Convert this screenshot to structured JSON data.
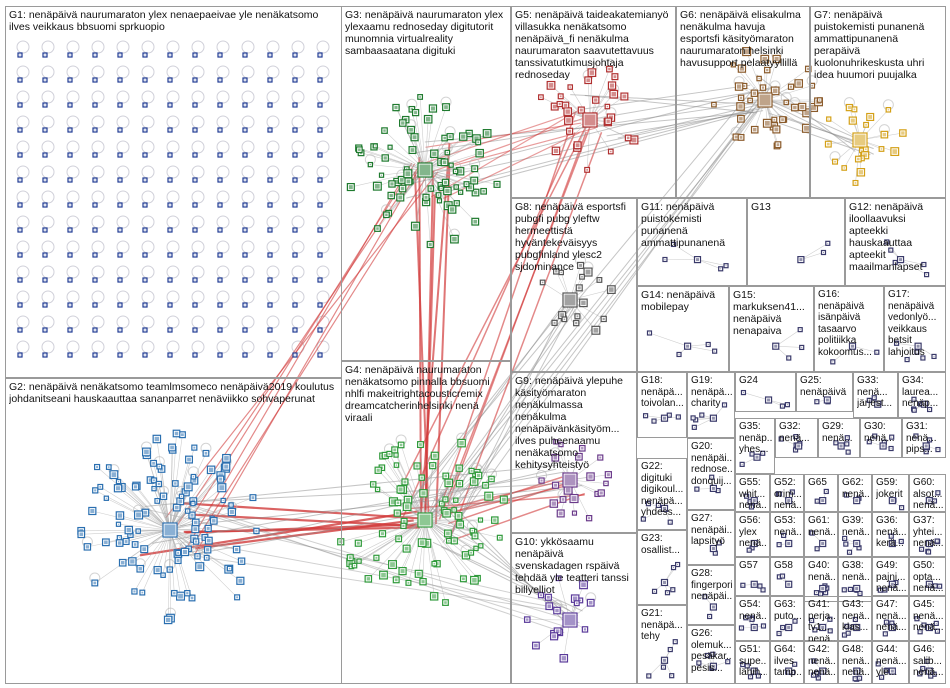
{
  "title": "",
  "groups": [
    {
      "id": "G1",
      "label": "G1: nenäpäivä naurumaraton ylex nenaepaeivae yle nenäkatsomo ilves veikkaus bbsuomi sprkuopio"
    },
    {
      "id": "G2",
      "label": "G2: nenäpäivä nenäkatsomo teamlmsomeco nenäpäivä2019 koulutus johdanitseani hauskaauttaa sananparret nenäviikko sohvaperunat"
    },
    {
      "id": "G3",
      "label": "G3: nenäpäivä naurumaraton ylex ylexaamu rednoseday digitutorit munomnia virtualreality sambaasaatana digituki"
    },
    {
      "id": "G4",
      "label": "G4: nenäpäivä naurumaraton nenäkatsomo pinnalla bbsuomi nhlfi makeitrightacousticremix dreamcatcherinhelsinki nenä viraali"
    },
    {
      "id": "G5",
      "label": "G5: nenäpäivä taideakatemianyö villasukka nenäkatsomo nenäpäivä_fi nenäkulma naurumaraton saavutettavuus tanssivatutkimusjohtaja rednoseday"
    },
    {
      "id": "G6",
      "label": "G6: nenäpäivä elisakulma nenäkulma havuja esportsfi käsityömaraton naurumaraton helsinki havusupport pelaatyyllillä"
    },
    {
      "id": "G7",
      "label": "G7: nenäpäivä puistokemisti punanenä ammattipunanenä perapäivä kuolonuhrikeskusta uhri idea huumori puujalka"
    },
    {
      "id": "G8",
      "label": "G8: nenäpäivä esportsfi pubgfi pubg yleftw hermeettistä hyväntekeväisyys pubgfinland ylesc2 sjdominance"
    },
    {
      "id": "G9",
      "label": "G9: nenäpäivä ylepuhe käsityömaraton nenäkulmassa nenäkulma nenäpäivänkäsityöm... ilves puheenaamu nenäkatsomo kehitysyhteistyö"
    },
    {
      "id": "G10",
      "label": "G10: ykkösaamu nenäpäivä svenskadagen rspäivä tehdää yle teatteri tanssi billyelliot"
    },
    {
      "id": "G11",
      "label": "G11: nenäpäivä puistokemisti punanenä ammattipunanenä"
    },
    {
      "id": "G12",
      "label": "G12: nenäpäivä iloollaavuksi apteekki hauskaauttaa apteekit maailmanlapset"
    },
    {
      "id": "G13",
      "label": "G13"
    },
    {
      "id": "G14",
      "label": "G14: nenäpäivä mobilepay"
    },
    {
      "id": "G15",
      "label": "G15: markuksen41... nenäpäivä nenapaiva"
    },
    {
      "id": "G16",
      "label": "G16: nenäpäivä isänpäivä tasaarvo politiikka kokoomus..."
    },
    {
      "id": "G17",
      "label": "G17: nenäpäivä vedonlyö... veikkaus betsit lahjoitus"
    },
    {
      "id": "G18",
      "label": "G18: nenäpä... toivolan..."
    },
    {
      "id": "G19",
      "label": "G19: nenäpä... charity"
    },
    {
      "id": "G20",
      "label": "G20: nenäpäi... rednose... donquij..."
    },
    {
      "id": "G21",
      "label": "G21: nenäpä... tehy"
    },
    {
      "id": "G22",
      "label": "G22: digituki digikoul... nenäpä... yhdess..."
    },
    {
      "id": "G23",
      "label": "G23: osallist..."
    },
    {
      "id": "G24",
      "label": "G24"
    },
    {
      "id": "G25",
      "label": "G25: nenäpäivä"
    },
    {
      "id": "G26",
      "label": "G26: olemuk... pesäkar... pesis..."
    },
    {
      "id": "G27",
      "label": "G27: nenäpäi... lapsityö"
    },
    {
      "id": "G28",
      "label": "G28: fingerpori nenäpäi..."
    },
    {
      "id": "G29",
      "label": "G29: nenä..."
    },
    {
      "id": "G30",
      "label": "G30: nenä..."
    },
    {
      "id": "G31",
      "label": "G31: nenä... pips..."
    },
    {
      "id": "G32",
      "label": "G32: nenä..."
    },
    {
      "id": "G33",
      "label": "G33: nenä... järjest..."
    },
    {
      "id": "G34",
      "label": "G34: laurea... nenäp..."
    },
    {
      "id": "G35",
      "label": "G35: nenäp... yhes..."
    },
    {
      "id": "G36",
      "label": "G36: nenä... kerä..."
    },
    {
      "id": "G37",
      "label": "G37: yhtei... nenä..."
    },
    {
      "id": "G38",
      "label": "G38: nenä..."
    },
    {
      "id": "G39",
      "label": "G39: nenä..."
    },
    {
      "id": "G40",
      "label": "G40: nenä..."
    },
    {
      "id": "G41",
      "label": "G41: perja... tv1... nenä..."
    },
    {
      "id": "G42",
      "label": "G42: nenä... nenä..."
    },
    {
      "id": "G43",
      "label": "G43: nenä... klas..."
    },
    {
      "id": "G44",
      "label": "G44: nenä... yle..."
    },
    {
      "id": "G45",
      "label": "G45: nenä... nenä..."
    },
    {
      "id": "G46",
      "label": "G46: salib... nenä..."
    },
    {
      "id": "G47",
      "label": "G47: nenä... nenä..."
    },
    {
      "id": "G48",
      "label": "G48: nenä... nenä..."
    },
    {
      "id": "G49",
      "label": "G49: pajni... nenä..."
    },
    {
      "id": "G50",
      "label": "G50: opta... nenä..."
    },
    {
      "id": "G51",
      "label": "G51: supe... lähih..."
    },
    {
      "id": "G52",
      "label": "G52: orim... nenä..."
    },
    {
      "id": "G53",
      "label": "G53: nenä..."
    },
    {
      "id": "G54",
      "label": "G54: nenä..."
    },
    {
      "id": "G55",
      "label": "G55: whit... nenä..."
    },
    {
      "id": "G56",
      "label": "G56: ylex nenä..."
    },
    {
      "id": "G57",
      "label": "G57"
    },
    {
      "id": "G58",
      "label": "G58"
    },
    {
      "id": "G59",
      "label": "G59: jokerit"
    },
    {
      "id": "G60",
      "label": "G60: alsot... nenä..."
    },
    {
      "id": "G61",
      "label": "G61: nenä..."
    },
    {
      "id": "G62",
      "label": "G62: nenä..."
    },
    {
      "id": "G63",
      "label": "G63: puto..."
    },
    {
      "id": "G64",
      "label": "G64: ilves tamp..."
    },
    {
      "id": "G65",
      "label": "G65"
    }
  ],
  "colors": {
    "G1": "#1f3a93",
    "G2": "#2a6fb0",
    "G3": "#1e7a2e",
    "G4": "#2f9a3a",
    "G5": "#b03030",
    "G6": "#8a5a2a",
    "G7": "#d4a017",
    "G8": "#555555",
    "G9": "#6a3a8a",
    "G10": "#5a3a9a",
    "other": "#3a3a6a",
    "edge": "#8c8c8c",
    "edge_strong": "#d23c3c",
    "box_border": "#9a9a9a"
  },
  "legend": []
}
